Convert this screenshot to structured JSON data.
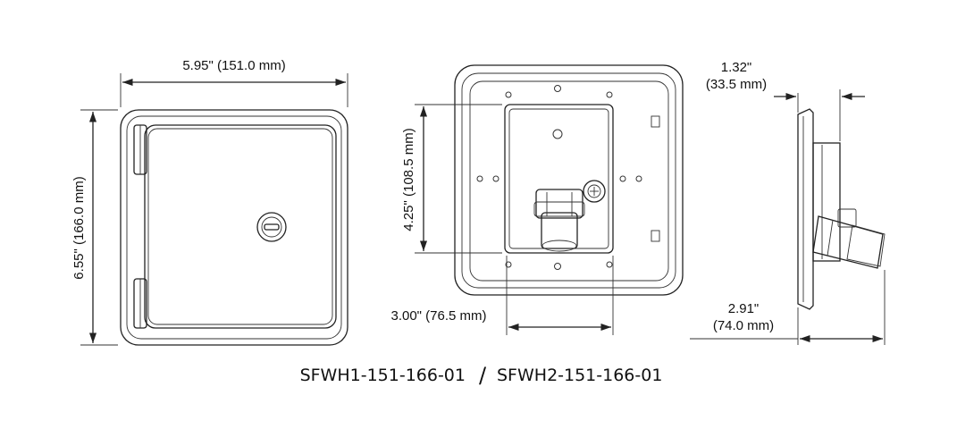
{
  "dimensions": {
    "width": "5.95\" (151.0 mm)",
    "height": "6.55\" (166.0 mm)",
    "inner_height": "4.25\" (108.5 mm)",
    "inner_width": "3.00\" (76.5 mm)",
    "depth_top_in": "1.32\"",
    "depth_top_mm": "(33.5 mm)",
    "depth_bottom_in": "2.91\"",
    "depth_bottom_mm": "(74.0 mm)"
  },
  "models": {
    "first": "SFWH1-151-166-01",
    "separator": "/",
    "second": "SFWH2-151-166-01"
  }
}
